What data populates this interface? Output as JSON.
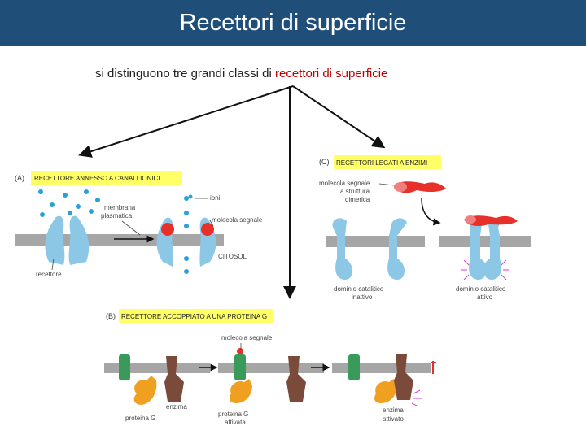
{
  "slide": {
    "title": "Recettori di superficie",
    "intro": {
      "part1": "si distinguono ",
      "part2": "tre",
      "part3": " grandi classi di ",
      "part4": "recettori di superficie"
    }
  },
  "panel_a": {
    "tag": "(A)",
    "heading": "RECETTORE ANNESSO A CANALI IONICI",
    "label_membrane_1": "membrana",
    "label_membrane_2": "plasmatica",
    "label_ions": "ioni",
    "label_signal": "molecola segnale",
    "label_cytosol": "CITOSOL",
    "label_receptor": "recettore"
  },
  "panel_b": {
    "tag": "(B)",
    "heading": "RECETTORE ACCOPPIATO A UNA PROTEINA G",
    "label_signal": "molecola segnale",
    "label_protein_g": "proteina G",
    "label_enzyme": "enzima",
    "label_protein_g_active_1": "proteina G",
    "label_protein_g_active_2": "attivata",
    "label_enzyme_active_1": "enzima",
    "label_enzyme_active_2": "attivato"
  },
  "panel_c": {
    "tag": "(C)",
    "heading": "RECETTORI LEGATI A ENZIMI",
    "label_signal_1": "molecola segnale",
    "label_signal_2": "a struttura",
    "label_signal_3": "dimerica",
    "label_inactive_1": "dominio catalitico",
    "label_inactive_2": "inattivo",
    "label_active_1": "dominio catalitico",
    "label_active_2": "attivo"
  },
  "colors": {
    "title_bar": "#1f4e79",
    "highlight": "#c00000",
    "label_box": "#ffff66",
    "membrane": "#a6a6a6",
    "receptor_blue": "#8cc8e6",
    "ion_blue": "#29a0d8",
    "signal_red": "#e8302a",
    "protein_orange": "#f0a020",
    "enzyme_brown": "#7a4a3a",
    "receptor_green": "#3a9a5a"
  }
}
